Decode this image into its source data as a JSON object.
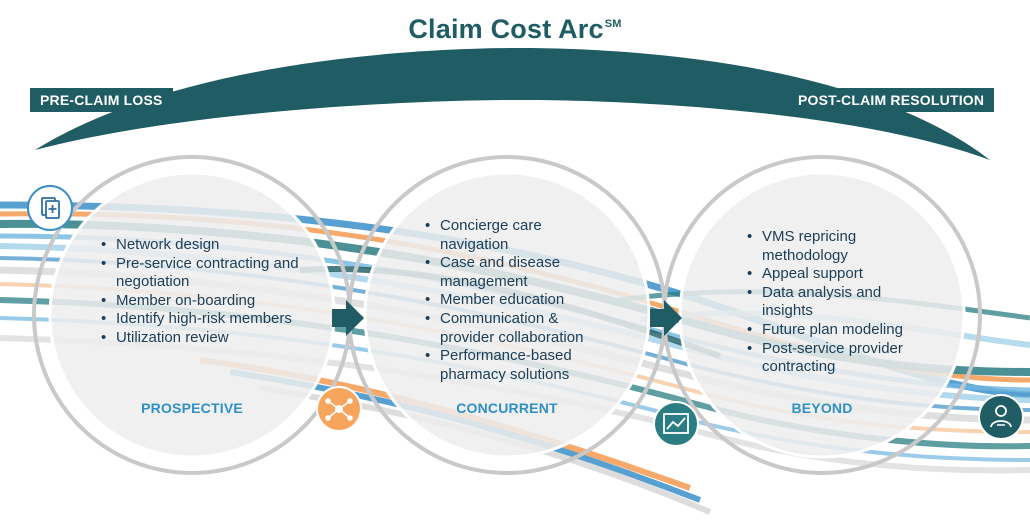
{
  "diagram": {
    "title": "Claim Cost Arc",
    "title_mark": "SM",
    "arc_left_label": "PRE-CLAIM LOSS",
    "arc_right_label": "POST-CLAIM RESOLUTION",
    "circles": [
      {
        "phase": "PROSPECTIVE",
        "items": [
          "Network design",
          "Pre-service contracting and negotiation",
          "Member on-boarding",
          "Identify high-risk members",
          "Utilization review"
        ]
      },
      {
        "phase": "CONCURRENT",
        "items": [
          "Concierge care navigation",
          "Case and disease management",
          "Member education",
          "Communication & provider collaboration",
          "Performance-based pharmacy solutions"
        ]
      },
      {
        "phase": "BEYOND",
        "items": [
          "VMS repricing methodology",
          "Appeal support",
          "Data analysis and insights",
          "Future plan modeling",
          "Post-service provider contracting"
        ]
      }
    ],
    "icons": [
      "document-icon",
      "network-icon",
      "chart-icon",
      "person-icon"
    ],
    "colors": {
      "arc": "#1f5c63",
      "text_dark": "#1b3d56",
      "phase_label": "#2f8fc6",
      "ribbon_orange": "#f5a05a",
      "ribbon_blue": "#3b8fc9",
      "ribbon_teal": "#2a7d82",
      "circle_outline": "#cfcfcf"
    }
  }
}
